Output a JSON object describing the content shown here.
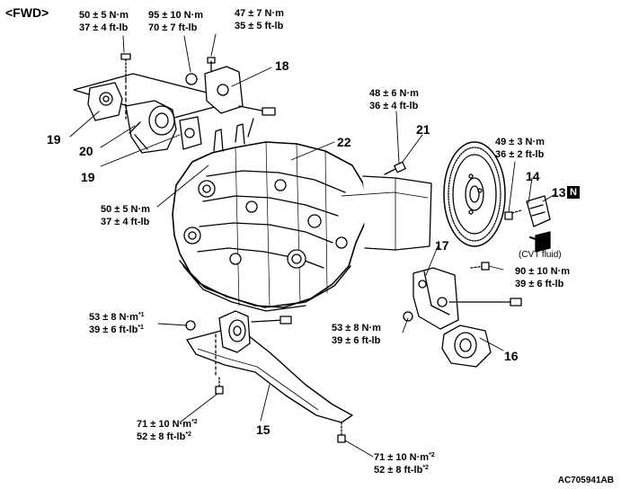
{
  "header": {
    "view": "<FWD>"
  },
  "image_code": "AC705941AB",
  "torques": {
    "t1": {
      "a": "50 ± 5 N·m",
      "b": "37 ± 4 ft-lb"
    },
    "t2": {
      "a": "95 ± 10 N·m",
      "b": "70 ± 7 ft-lb"
    },
    "t3": {
      "a": "47 ± 7 N·m",
      "b": "35 ± 5 ft-lb"
    },
    "t4": {
      "a": "48 ± 6 N·m",
      "b": "36 ± 4 ft-lb"
    },
    "t5": {
      "a": "49 ± 3 N·m",
      "b": "36 ± 2 ft-lb"
    },
    "t6": {
      "a": "50 ± 5 N·m",
      "b": "37 ± 4 ft-lb"
    },
    "t7": {
      "a": "90 ± 10 N·m",
      "b": "39 ± 6 ft-lb"
    },
    "t8": {
      "a": "53 ± 8 N·m",
      "a_sup": "*1",
      "b": "39 ± 6 ft-lb",
      "b_sup": "*1"
    },
    "t9": {
      "a": "53 ± 8 N·m",
      "b": "39 ± 6 ft-lb"
    },
    "t10": {
      "a": "71 ± 10 N·m",
      "a_sup": "*2",
      "b": "52 ± 8 ft-lb",
      "b_sup": "*2"
    },
    "t11": {
      "a": "71 ± 10 N·m",
      "a_sup": "*2",
      "b": "52 ± 8 ft-lb",
      "b_sup": "*2"
    }
  },
  "parts": {
    "p13": "13",
    "p14": "14",
    "p15": "15",
    "p16": "16",
    "p17": "17",
    "p18": "18",
    "p19a": "19",
    "p19b": "19",
    "p20": "20",
    "p21": "21",
    "p22": "22"
  },
  "new_part_mark": "N",
  "cvt_fluid": "(CVT fluid)"
}
